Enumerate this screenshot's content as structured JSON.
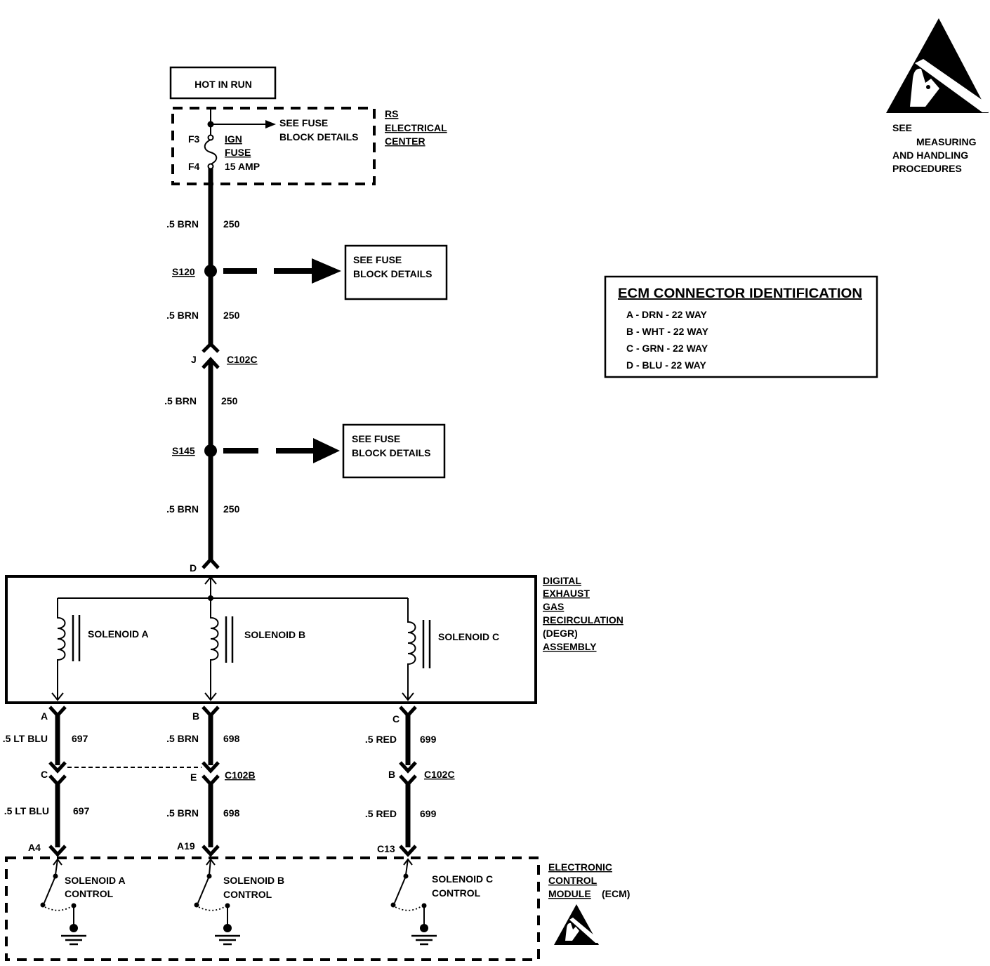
{
  "diagram": {
    "ink_color": "#000000",
    "background_color": "#ffffff"
  },
  "power_source": {
    "label": "HOT IN RUN"
  },
  "electrical_center": {
    "name_lines": [
      "RS",
      "ELECTRICAL",
      "CENTER"
    ],
    "fuse": {
      "input_terminal": "F3",
      "output_terminal": "F4",
      "name_lines": [
        "IGN",
        "FUSE"
      ],
      "rating": "15 AMP",
      "icon": "fuse-icon"
    },
    "reference_lines": [
      "SEE FUSE",
      "BLOCK DETAILS"
    ]
  },
  "feed_circuit": {
    "segments": [
      {
        "wire": ".5 BRN",
        "circuit": "250"
      },
      {
        "wire": ".5 BRN",
        "circuit": "250"
      },
      {
        "wire": ".5 BRN",
        "circuit": "250"
      },
      {
        "wire": ".5 BRN",
        "circuit": "250"
      }
    ],
    "splices": [
      {
        "id": "S120",
        "reference_lines": [
          "SEE FUSE",
          "BLOCK DETAILS"
        ]
      },
      {
        "id": "S145",
        "reference_lines": [
          "SEE FUSE",
          "BLOCK DETAILS"
        ]
      }
    ],
    "inline_connector": {
      "pin": "J",
      "name": "C102C"
    },
    "degr_pin": "D"
  },
  "degr_assembly": {
    "name_lines": [
      "DIGITAL",
      "EXHAUST",
      "GAS",
      "RECIRCULATION",
      "(DEGR)",
      "ASSEMBLY"
    ],
    "solenoids": [
      "SOLENOID A",
      "SOLENOID B",
      "SOLENOID C"
    ]
  },
  "control_circuits": [
    {
      "degr_pin": "A",
      "upper": {
        "wire": ".5 LT BLU",
        "circuit": "697"
      },
      "inline_pin": "C",
      "lower": {
        "wire": ".5 LT BLU",
        "circuit": "697"
      },
      "ecm_pin": "A4",
      "switch_lines": [
        "SOLENOID A",
        "CONTROL"
      ]
    },
    {
      "degr_pin": "B",
      "upper": {
        "wire": ".5 BRN",
        "circuit": "698"
      },
      "inline_pin": "E",
      "inline_connector": "C102B",
      "lower": {
        "wire": ".5 BRN",
        "circuit": "698"
      },
      "ecm_pin": "A19",
      "switch_lines": [
        "SOLENOID B",
        "CONTROL"
      ]
    },
    {
      "degr_pin": "C",
      "upper": {
        "wire": ".5 RED",
        "circuit": "699"
      },
      "inline_pin": "B",
      "inline_connector": "C102C",
      "lower": {
        "wire": ".5 RED",
        "circuit": "699"
      },
      "ecm_pin": "C13",
      "switch_lines": [
        "SOLENOID C",
        "CONTROL"
      ]
    }
  ],
  "ecm": {
    "name_lines": [
      "ELECTRONIC",
      "CONTROL",
      "MODULE"
    ],
    "abbreviation": "(ECM)",
    "esd_icon": "esd-warning-icon"
  },
  "ecm_connector_identification": {
    "title": "ECM CONNECTOR IDENTIFICATION",
    "rows": [
      "A - DRN - 22 WAY",
      "B - WHT - 22 WAY",
      "C - GRN - 22 WAY",
      "D - BLU - 22 WAY"
    ]
  },
  "esd_notice": {
    "icon": "esd-warning-icon",
    "lines": [
      "SEE",
      "MEASURING",
      "AND HANDLING",
      "PROCEDURES"
    ]
  }
}
